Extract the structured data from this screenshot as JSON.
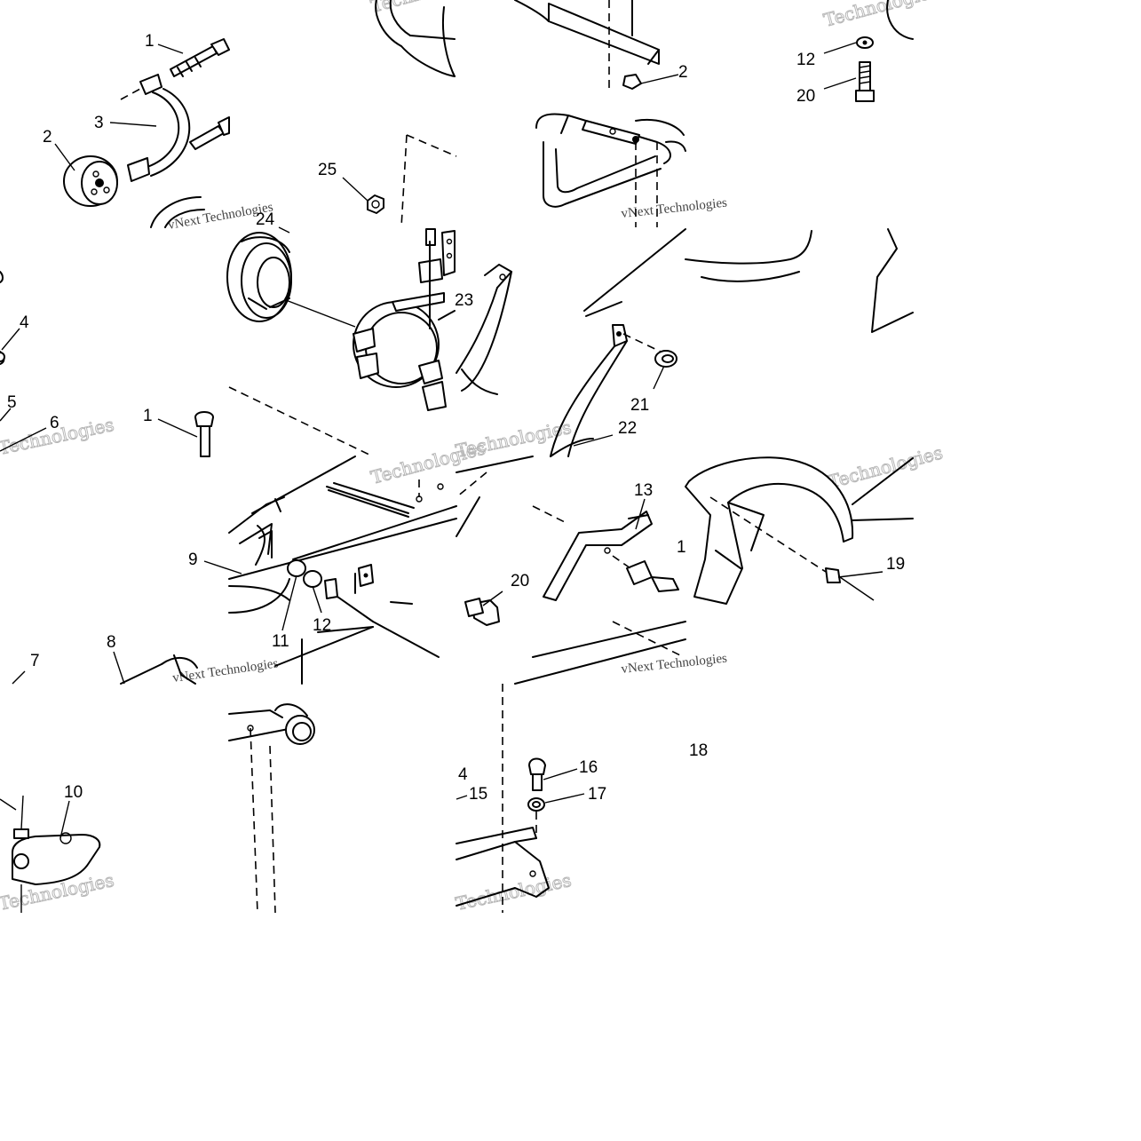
{
  "diagram": {
    "callouts": [
      {
        "id": "c1a",
        "text": "1"
      },
      {
        "id": "c3",
        "text": "3"
      },
      {
        "id": "c2",
        "text": "2"
      },
      {
        "id": "c25",
        "text": "25"
      },
      {
        "id": "c24",
        "text": "24"
      },
      {
        "id": "c2b",
        "text": "2"
      },
      {
        "id": "c12a",
        "text": "12"
      },
      {
        "id": "c20a",
        "text": "20"
      },
      {
        "id": "c4a",
        "text": "4"
      },
      {
        "id": "c5",
        "text": "5"
      },
      {
        "id": "c6",
        "text": "6"
      },
      {
        "id": "c1b",
        "text": "1"
      },
      {
        "id": "c23",
        "text": "23"
      },
      {
        "id": "c21",
        "text": "21"
      },
      {
        "id": "c22",
        "text": "22"
      },
      {
        "id": "c9",
        "text": "9"
      },
      {
        "id": "c11",
        "text": "11"
      },
      {
        "id": "c12b",
        "text": "12"
      },
      {
        "id": "c13",
        "text": "13"
      },
      {
        "id": "c1c",
        "text": "1"
      },
      {
        "id": "c20b",
        "text": "20"
      },
      {
        "id": "c19",
        "text": "19"
      },
      {
        "id": "c7",
        "text": "7"
      },
      {
        "id": "c8",
        "text": "8"
      },
      {
        "id": "c10",
        "text": "10"
      },
      {
        "id": "c4b",
        "text": "4"
      },
      {
        "id": "c15",
        "text": "15"
      },
      {
        "id": "c16",
        "text": "16"
      },
      {
        "id": "c17",
        "text": "17"
      },
      {
        "id": "c18",
        "text": "18"
      }
    ],
    "watermark": {
      "brand_top": "Technologies",
      "brand_name": "vNext Technologies",
      "brand_bottom": "Technologies"
    }
  }
}
